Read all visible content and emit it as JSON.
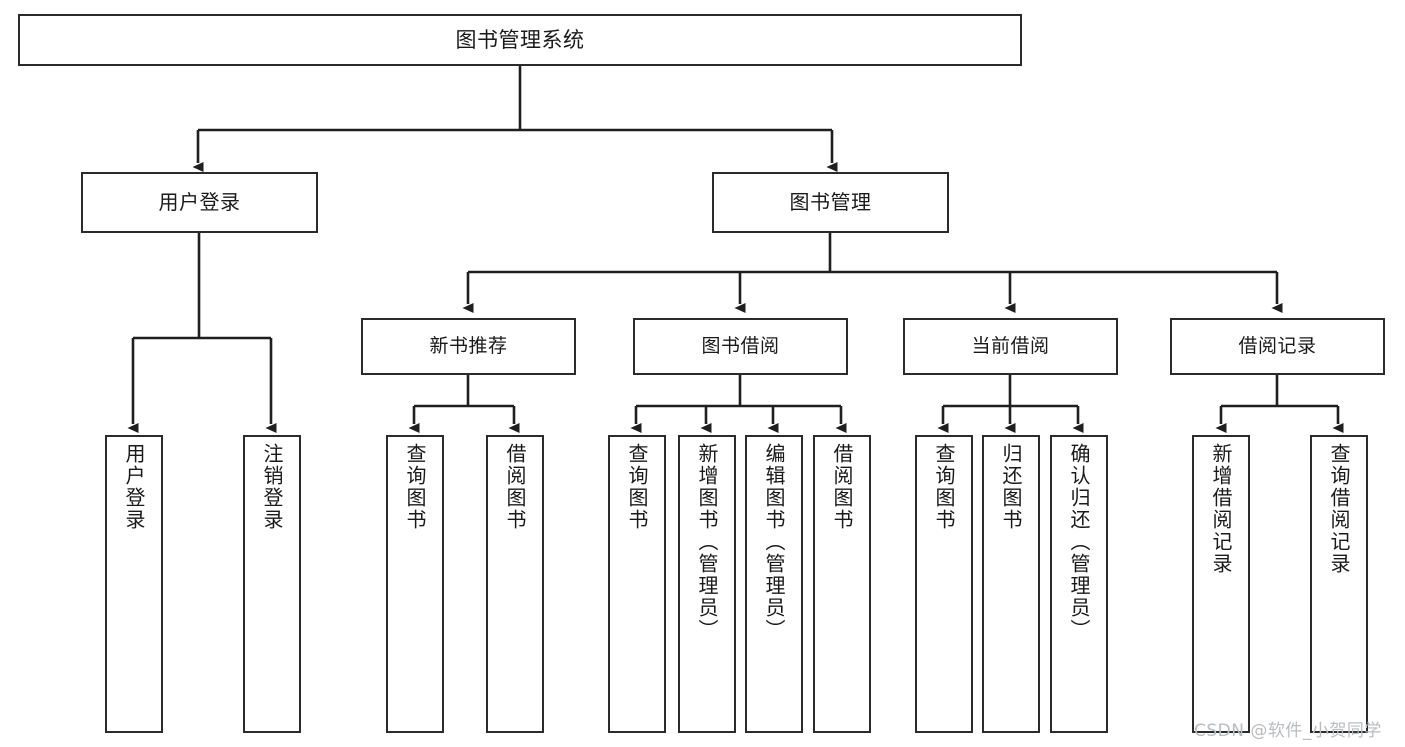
{
  "diagram": {
    "title": "图书管理系统",
    "type": "hierarchy-tree",
    "watermark": "CSDN @软件_小贺同学",
    "colors": {
      "box_border": "#2b2b2b",
      "box_fill": "#ffffff",
      "connector": "#1f1f1f",
      "text": "#1a1a1a",
      "watermark": "#b9bcc0"
    },
    "root": {
      "label": "图书管理系统"
    },
    "level1": [
      {
        "label": "用户登录"
      },
      {
        "label": "图书管理"
      }
    ],
    "level2": [
      {
        "label": "新书推荐"
      },
      {
        "label": "图书借阅"
      },
      {
        "label": "当前借阅"
      },
      {
        "label": "借阅记录"
      }
    ],
    "leaves": {
      "user_login": [
        {
          "label": "用户登录"
        },
        {
          "label": "注销登录"
        }
      ],
      "new_book_recommend": [
        {
          "label": "查询图书"
        },
        {
          "label": "借阅图书"
        }
      ],
      "book_borrow": [
        {
          "label": "查询图书"
        },
        {
          "label": "新增图书（管理员）"
        },
        {
          "label": "编辑图书（管理员）"
        },
        {
          "label": "借阅图书"
        }
      ],
      "current_borrow": [
        {
          "label": "查询图书"
        },
        {
          "label": "归还图书"
        },
        {
          "label": "确认归还（管理员）"
        }
      ],
      "borrow_record": [
        {
          "label": "新增借阅记录"
        },
        {
          "label": "查询借阅记录"
        }
      ]
    }
  }
}
